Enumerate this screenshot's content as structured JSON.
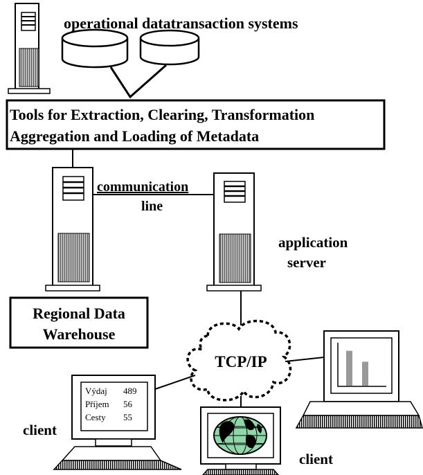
{
  "labels": {
    "operational": "operational datatransaction systems",
    "tools_line1": "Tools for Extraction, Clearing, Transformation",
    "tools_line2": "Aggregation and  Loading of Metadata",
    "communication": "communication",
    "line": "line",
    "application": "application",
    "server": "server",
    "regional_line1": "Regional Data",
    "regional_line2": "Warehouse",
    "tcpip": "TCP/IP",
    "client_left": "client",
    "client_bottom": "client"
  },
  "client_screen_rows": [
    {
      "name": "Výdaj",
      "value": "489"
    },
    {
      "name": "Příjem",
      "value": "56"
    },
    {
      "name": "Cesty",
      "value": "55"
    }
  ],
  "chart_monitor_bars": [
    {
      "value": 0.7
    },
    {
      "value": 0.48
    }
  ]
}
